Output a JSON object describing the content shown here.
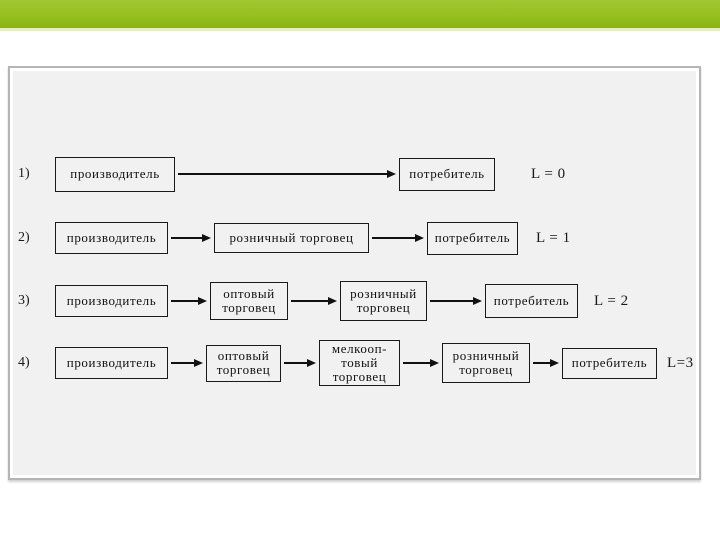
{
  "top_bar": {
    "color_top": "#a2c730",
    "color_bottom": "#8ab317",
    "accent_strip": "#e6ecc4"
  },
  "panel": {
    "background": "#f1f1f1",
    "border_color": "#b5b5b5"
  },
  "diagram": {
    "description": "Distribution channel levels flow diagram",
    "rows": [
      {
        "number": "1)",
        "level": "L = 0",
        "nodes": [
          {
            "lines": [
              "производитель"
            ]
          },
          {
            "lines": [
              "потребитель"
            ]
          }
        ]
      },
      {
        "number": "2)",
        "level": "L = 1",
        "nodes": [
          {
            "lines": [
              "производитель"
            ]
          },
          {
            "lines": [
              "розничный торговец"
            ]
          },
          {
            "lines": [
              "потребитель"
            ]
          }
        ]
      },
      {
        "number": "3)",
        "level": "L = 2",
        "nodes": [
          {
            "lines": [
              "производитель"
            ]
          },
          {
            "lines": [
              "оптовый",
              "торговец"
            ]
          },
          {
            "lines": [
              "розничный",
              "торговец"
            ]
          },
          {
            "lines": [
              "потребитель"
            ]
          }
        ]
      },
      {
        "number": "4)",
        "level": "L=3",
        "nodes": [
          {
            "lines": [
              "производитель"
            ]
          },
          {
            "lines": [
              "оптовый",
              "торговец"
            ]
          },
          {
            "lines": [
              "мелкооп-",
              "товый",
              "торговец"
            ]
          },
          {
            "lines": [
              "розничный",
              "торговец"
            ]
          },
          {
            "lines": [
              "потребитель"
            ]
          }
        ]
      }
    ]
  }
}
